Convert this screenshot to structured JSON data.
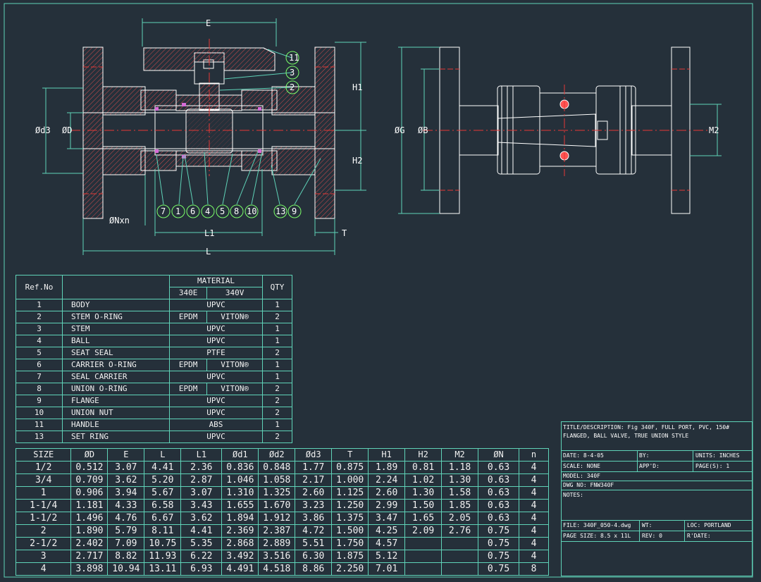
{
  "callouts": {
    "handle": "11",
    "stem": "3",
    "stem_oring": "2",
    "seal_carrier": "7",
    "body": "1",
    "carrier_oring": "6",
    "ball": "4",
    "seat_seal": "5",
    "union_oring": "8",
    "union_nut": "10",
    "set_ring": "13",
    "flange": "9"
  },
  "dimension_labels": {
    "E": "E",
    "H1": "H1",
    "H2": "H2",
    "d3": "Ød3",
    "D": "ØD",
    "Nxn": "ØNxn",
    "L1": "L1",
    "L": "L",
    "T": "T",
    "G": "ØG",
    "B": "ØB",
    "M2": "M2"
  },
  "parts_table": {
    "header_ref": "Ref.No",
    "header_material": "MATERIAL",
    "header_340e": "340E",
    "header_340v": "340V",
    "header_qty": "QTY",
    "rows": [
      {
        "ref": "1",
        "name": "BODY",
        "mat": "UPVC",
        "qty": "1"
      },
      {
        "ref": "2",
        "name": "STEM O-RING",
        "e": "EPDM",
        "v": "VITON®",
        "qty": "2"
      },
      {
        "ref": "3",
        "name": "STEM",
        "mat": "UPVC",
        "qty": "1"
      },
      {
        "ref": "4",
        "name": "BALL",
        "mat": "UPVC",
        "qty": "1"
      },
      {
        "ref": "5",
        "name": "SEAT SEAL",
        "mat": "PTFE",
        "qty": "2"
      },
      {
        "ref": "6",
        "name": "CARRIER O-RING",
        "e": "EPDM",
        "v": "VITON®",
        "qty": "1"
      },
      {
        "ref": "7",
        "name": "SEAL CARRIER",
        "mat": "UPVC",
        "qty": "1"
      },
      {
        "ref": "8",
        "name": "UNION O-RING",
        "e": "EPDM",
        "v": "VITON®",
        "qty": "2"
      },
      {
        "ref": "9",
        "name": "FLANGE",
        "mat": "UPVC",
        "qty": "2"
      },
      {
        "ref": "10",
        "name": "UNION NUT",
        "mat": "UPVC",
        "qty": "2"
      },
      {
        "ref": "11",
        "name": "HANDLE",
        "mat": "ABS",
        "qty": "1"
      },
      {
        "ref": "13",
        "name": "SET RING",
        "mat": "UPVC",
        "qty": "2"
      }
    ]
  },
  "dim_table": {
    "headers": [
      "SIZE",
      "ØD",
      "E",
      "L",
      "L1",
      "Ød1",
      "Ød2",
      "Ød3",
      "T",
      "H1",
      "H2",
      "M2",
      "ØN",
      "n"
    ],
    "rows": [
      [
        "1/2",
        "0.512",
        "3.07",
        "4.41",
        "2.36",
        "0.836",
        "0.848",
        "1.77",
        "0.875",
        "1.89",
        "0.81",
        "1.18",
        "0.63",
        "4"
      ],
      [
        "3/4",
        "0.709",
        "3.62",
        "5.20",
        "2.87",
        "1.046",
        "1.058",
        "2.17",
        "1.000",
        "2.24",
        "1.02",
        "1.30",
        "0.63",
        "4"
      ],
      [
        "1",
        "0.906",
        "3.94",
        "5.67",
        "3.07",
        "1.310",
        "1.325",
        "2.60",
        "1.125",
        "2.60",
        "1.30",
        "1.58",
        "0.63",
        "4"
      ],
      [
        "1-1/4",
        "1.181",
        "4.33",
        "6.58",
        "3.43",
        "1.655",
        "1.670",
        "3.23",
        "1.250",
        "2.99",
        "1.50",
        "1.85",
        "0.63",
        "4"
      ],
      [
        "1-1/2",
        "1.496",
        "4.76",
        "6.67",
        "3.62",
        "1.894",
        "1.912",
        "3.86",
        "1.375",
        "3.47",
        "1.65",
        "2.05",
        "0.63",
        "4"
      ],
      [
        "2",
        "1.890",
        "5.79",
        "8.11",
        "4.41",
        "2.369",
        "2.387",
        "4.72",
        "1.500",
        "4.25",
        "2.09",
        "2.76",
        "0.75",
        "4"
      ],
      [
        "2-1/2",
        "2.402",
        "7.09",
        "10.75",
        "5.35",
        "2.868",
        "2.889",
        "5.51",
        "1.750",
        "4.57",
        "",
        "",
        "0.75",
        "4"
      ],
      [
        "3",
        "2.717",
        "8.82",
        "11.93",
        "6.22",
        "3.492",
        "3.516",
        "6.30",
        "1.875",
        "5.12",
        "",
        "",
        "0.75",
        "4"
      ],
      [
        "4",
        "3.898",
        "10.94",
        "13.11",
        "6.93",
        "4.491",
        "4.518",
        "8.86",
        "2.250",
        "7.01",
        "",
        "",
        "0.75",
        "8"
      ]
    ]
  },
  "title_block": {
    "title_label": "TITLE/DESCRIPTION:",
    "title_line1": "Fig 340F, FULL PORT, PVC, 150#",
    "title_line2": "FLANGED, BALL VALVE, TRUE UNION STYLE",
    "date": "DATE:  8-4-05",
    "by": "BY:",
    "units": "UNITS:  INCHES",
    "scale": "SCALE:  NONE",
    "appd": "APP'D:",
    "pages": "PAGE(S):  1",
    "model": "MODEL:  340F",
    "dwg_no": "DWG NO:  FNW340F",
    "notes": "NOTES:",
    "file": "FILE:  340F_050-4.dwg",
    "wt": "WT:",
    "loc": "LOC:  PORTLAND",
    "page_size": "PAGE SIZE:  8.5 x 11L",
    "rev": "REV:  0",
    "rdate": "R'DATE:"
  },
  "colors": {
    "background": "#25303a",
    "line": "#ffffff",
    "dimension": "#5fd3b8",
    "centerline": "#e53935",
    "hatch": "#ff5252",
    "callout": "#7cff6a",
    "seal": "#d66bd6"
  }
}
